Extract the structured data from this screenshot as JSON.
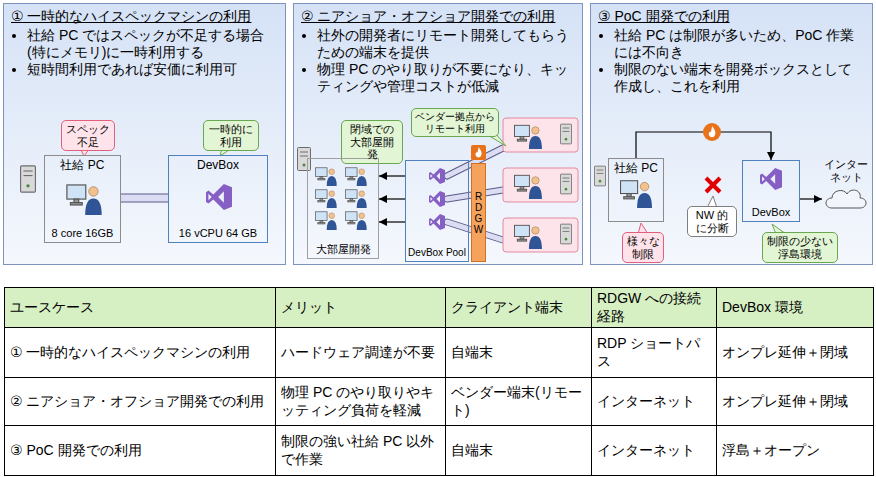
{
  "diagram": {
    "nodes": [
      {
        "text": [
          "① 一時的なハイスペックマシンの利用",
          "社給 PC ではスペックが不足する場合(特にメモリ)に一時利用する",
          "短時間利用であれば安価に利用可"
        ]
      },
      {
        "text": [
          "スペック不足"
        ],
        "in": 0
      },
      {
        "text": [
          "一時的に利用"
        ],
        "in": 0
      },
      {
        "text": [
          "社給 PC",
          "8 core 16GB"
        ],
        "in": 0
      },
      {
        "text": [
          "DevBox",
          "16 vCPU 64 GB"
        ],
        "in": 0
      },
      {
        "text": [
          "② ニアショア・オフショア開発での利用",
          "社外の開発者にリモート開発してもらうための端末を提供",
          "物理 PC のやり取りが不要になり、キッティングや管理コストが低減"
        ]
      },
      {
        "text": [
          "閉域での大部屋開発"
        ],
        "in": 5
      },
      {
        "text": [
          "ベンダー拠点からリモート利用"
        ],
        "in": 5
      },
      {
        "text": [
          "大部屋開発"
        ],
        "in": 5
      },
      {
        "text": [
          "DevBox Pool"
        ],
        "in": 5
      },
      {
        "text": [
          "RDGW"
        ],
        "in": 5
      },
      {
        "text": [
          "③ PoC 開発での利用",
          "社給 PC は制限が多いため、PoC 作業には不向き",
          "制限のない端末を開発ボックスとして作成し、これを利用"
        ]
      },
      {
        "text": [
          "社給 PC"
        ],
        "in": 11
      },
      {
        "text": [
          "様々な制限"
        ],
        "in": 11
      },
      {
        "text": [
          "NW 的に分断"
        ],
        "in": 11
      },
      {
        "text": [
          "DevBox"
        ],
        "in": 11
      },
      {
        "text": [
          "制限の少ない浮島環境"
        ],
        "in": 11
      },
      {
        "text": [
          "インターネット"
        ],
        "in": 11
      }
    ],
    "edges": [
      {
        "from": 3,
        "to": 4,
        "arrow": "none"
      },
      {
        "from": 9,
        "to": 8,
        "arrow": "to"
      },
      {
        "from": 9,
        "to": 8,
        "arrow": "to"
      },
      {
        "from": 9,
        "to": 8,
        "arrow": "to"
      },
      {
        "from": 12,
        "to": 15,
        "arrow": "to"
      },
      {
        "from": 15,
        "to": 17,
        "arrow": "to"
      }
    ],
    "labels": [
      "ユースケース",
      "メリット",
      "クライアント端末",
      "RDGW への接続経路",
      "DevBox 環境",
      "① 一時的なハイスペックマシンの利用",
      "ハードウェア調達が不要",
      "自端末",
      "RDP ショートパス",
      "オンプレ延伸＋閉域",
      "② ニアショア・オフショア開発での利用",
      "物理 PC のやり取りやキッティング負荷を軽減",
      "ベンダー端末(リモート)",
      "インターネット",
      "オンプレ延伸＋閉域",
      "③ PoC 開発での利用",
      "制限の強い社給 PC 以外で作業",
      "自端末",
      "インターネット",
      "浮島＋オープン"
    ]
  }
}
